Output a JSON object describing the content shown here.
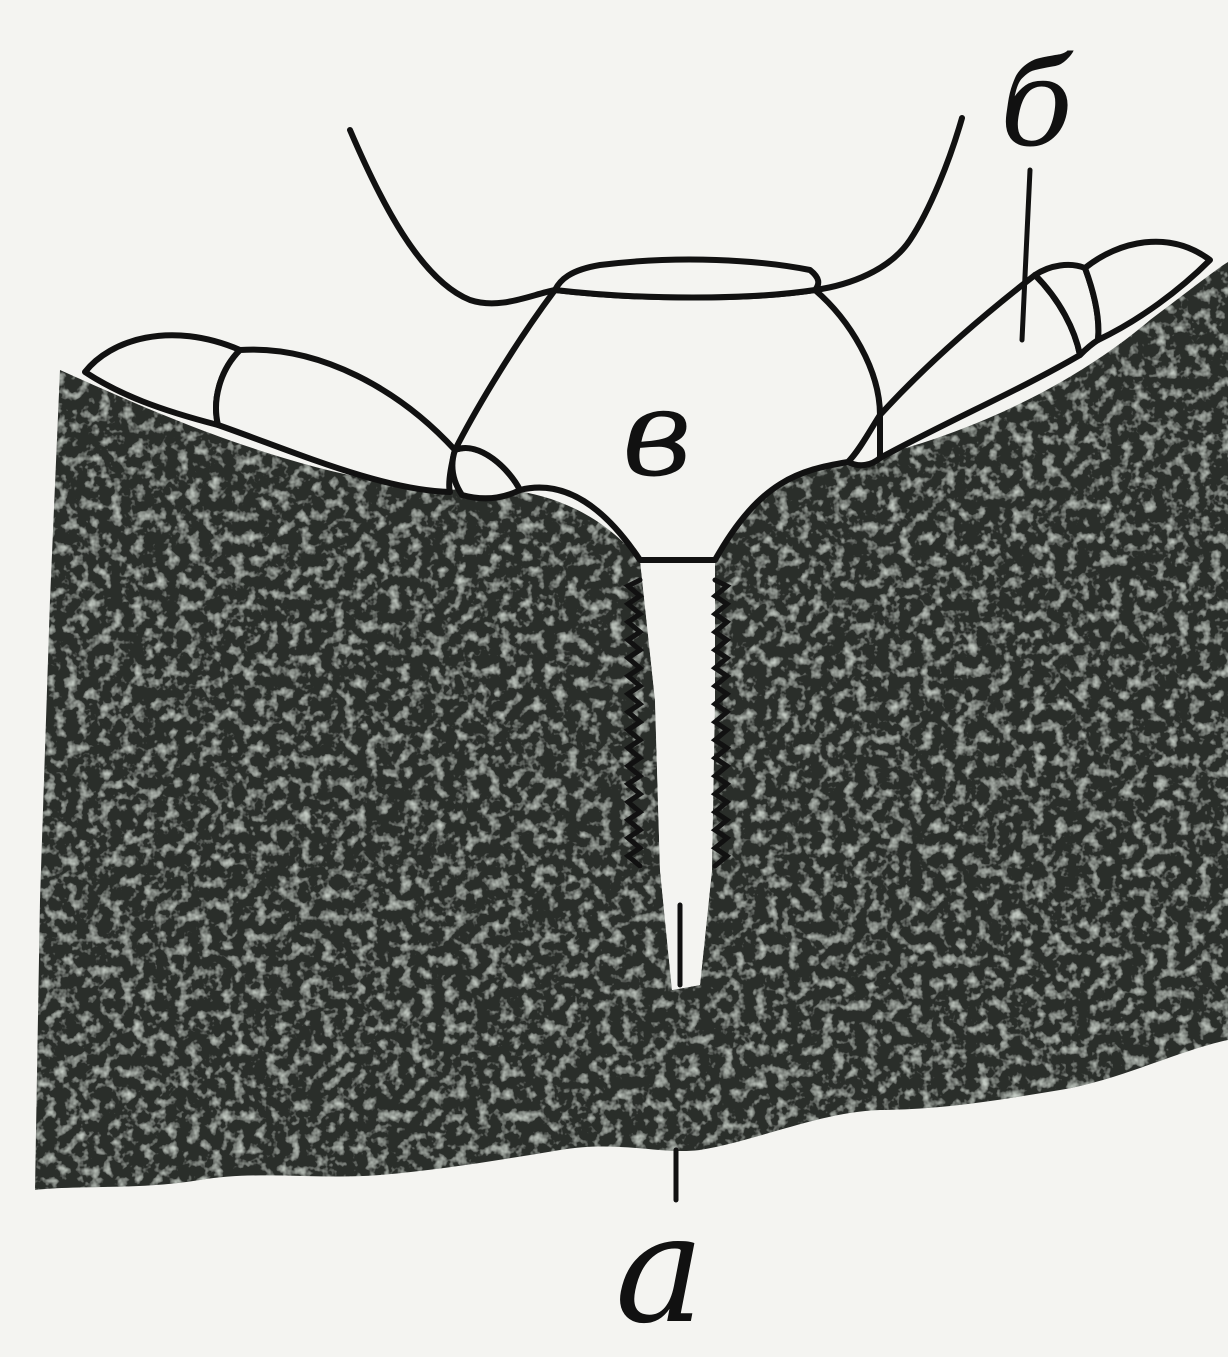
{
  "labels": {
    "a": "а",
    "b": "б",
    "v": "в"
  },
  "colors": {
    "background": "#f4f4f1",
    "tissue": "#2a2d2a",
    "tissue_speckle": "#8a938a",
    "line": "#111111"
  }
}
